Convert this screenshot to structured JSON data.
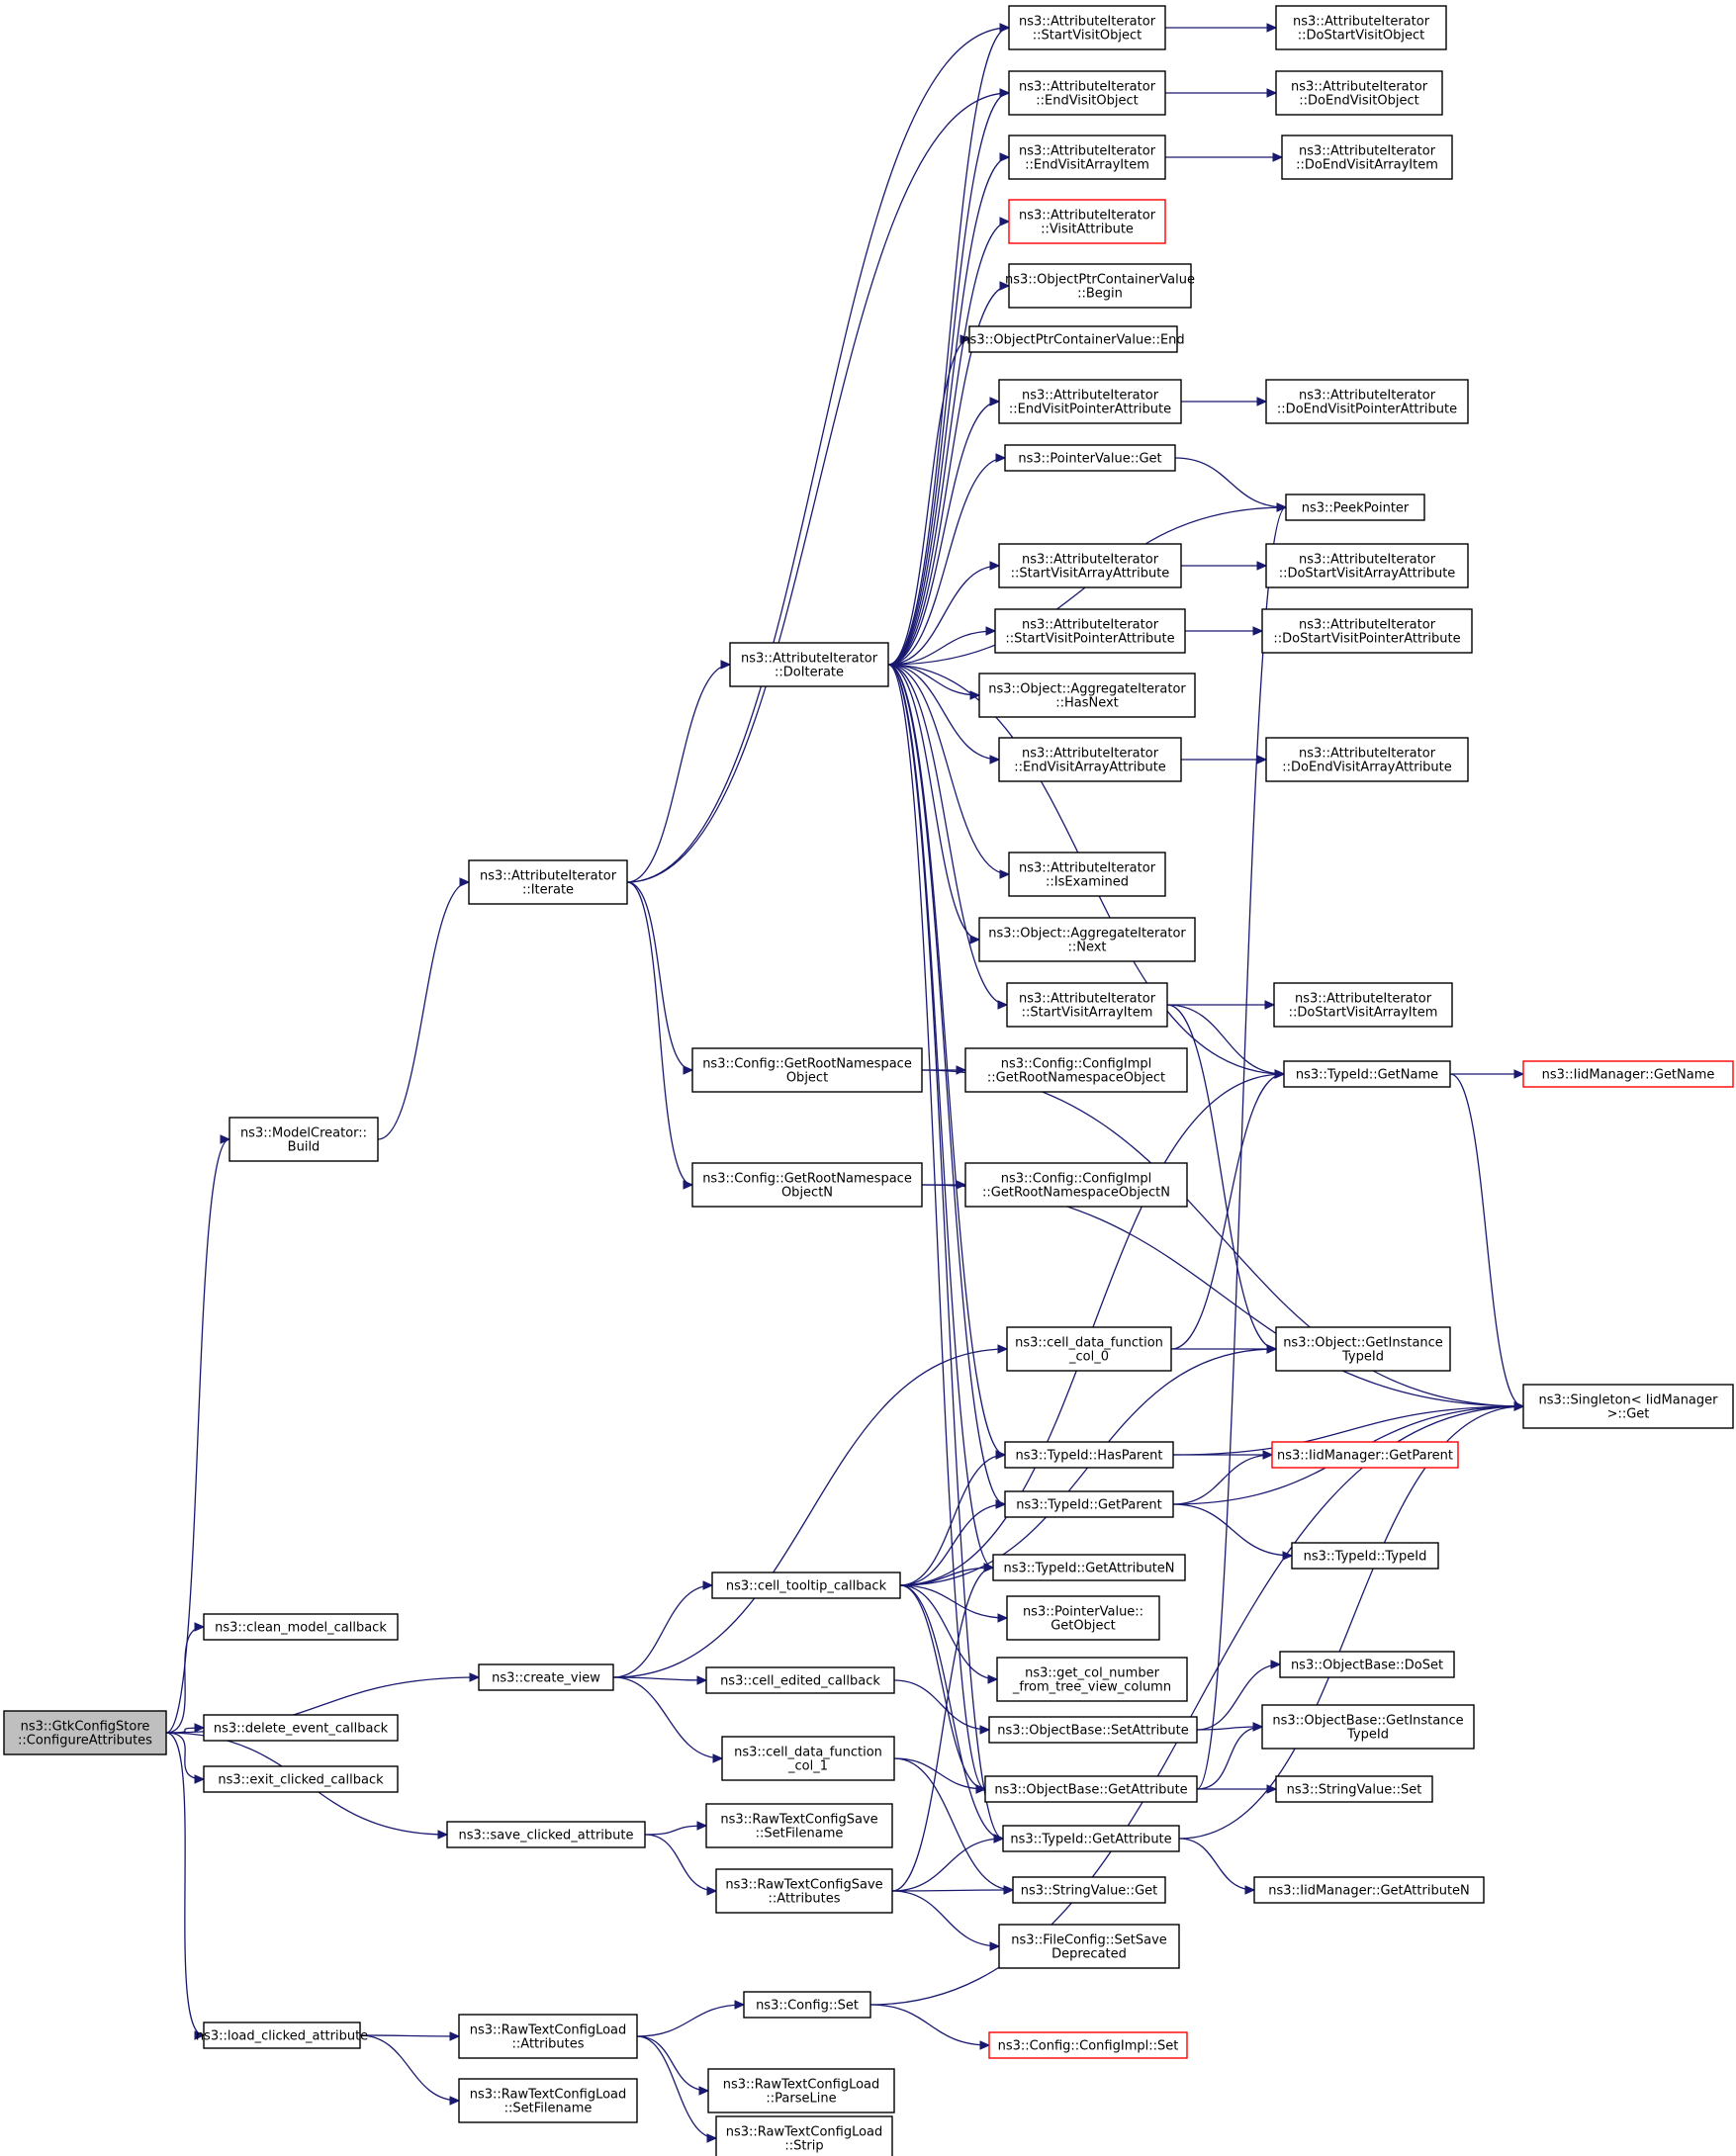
{
  "colors": {
    "edge": "#191970",
    "node_border": "#000000",
    "truncated_border": "#ff0000",
    "root_fill": "#bfbfbf"
  },
  "nodes": [
    {
      "id": "n1",
      "lines": [
        "ns3::GtkConfigStore",
        "::ConfigureAttributes"
      ],
      "style": "root"
    },
    {
      "id": "n2",
      "lines": [
        "ns3::ModelCreator::",
        "Build"
      ]
    },
    {
      "id": "n3",
      "lines": [
        "ns3::AttributeIterator",
        "::Iterate"
      ]
    },
    {
      "id": "n4",
      "lines": [
        "ns3::AttributeIterator",
        "::DoIterate"
      ]
    },
    {
      "id": "n5",
      "lines": [
        "ns3::AttributeIterator",
        "::StartVisitObject"
      ]
    },
    {
      "id": "n6",
      "lines": [
        "ns3::AttributeIterator",
        "::DoStartVisitObject"
      ]
    },
    {
      "id": "n7",
      "lines": [
        "ns3::AttributeIterator",
        "::EndVisitObject"
      ]
    },
    {
      "id": "n8",
      "lines": [
        "ns3::AttributeIterator",
        "::DoEndVisitObject"
      ]
    },
    {
      "id": "n9",
      "lines": [
        "ns3::AttributeIterator",
        "::EndVisitArrayItem"
      ]
    },
    {
      "id": "n10",
      "lines": [
        "ns3::AttributeIterator",
        "::DoEndVisitArrayItem"
      ]
    },
    {
      "id": "n11",
      "lines": [
        "ns3::AttributeIterator",
        "::VisitAttribute"
      ],
      "style": "truncated"
    },
    {
      "id": "n12",
      "lines": [
        "ns3::ObjectPtrContainerValue",
        "::Begin"
      ]
    },
    {
      "id": "n13",
      "lines": [
        "ns3::ObjectPtrContainerValue::End"
      ]
    },
    {
      "id": "n14",
      "lines": [
        "ns3::AttributeIterator",
        "::EndVisitPointerAttribute"
      ]
    },
    {
      "id": "n15",
      "lines": [
        "ns3::AttributeIterator",
        "::DoEndVisitPointerAttribute"
      ]
    },
    {
      "id": "n16",
      "lines": [
        "ns3::PointerValue::Get"
      ]
    },
    {
      "id": "n17",
      "lines": [
        "ns3::PeekPointer"
      ]
    },
    {
      "id": "n18",
      "lines": [
        "ns3::AttributeIterator",
        "::StartVisitArrayAttribute"
      ]
    },
    {
      "id": "n19",
      "lines": [
        "ns3::AttributeIterator",
        "::DoStartVisitArrayAttribute"
      ]
    },
    {
      "id": "n20",
      "lines": [
        "ns3::AttributeIterator",
        "::StartVisitPointerAttribute"
      ]
    },
    {
      "id": "n21",
      "lines": [
        "ns3::AttributeIterator",
        "::DoStartVisitPointerAttribute"
      ]
    },
    {
      "id": "n22",
      "lines": [
        "ns3::Object::AggregateIterator",
        "::HasNext"
      ]
    },
    {
      "id": "n23",
      "lines": [
        "ns3::AttributeIterator",
        "::EndVisitArrayAttribute"
      ]
    },
    {
      "id": "n24",
      "lines": [
        "ns3::AttributeIterator",
        "::DoEndVisitArrayAttribute"
      ]
    },
    {
      "id": "n25",
      "lines": [
        "ns3::AttributeIterator",
        "::IsExamined"
      ]
    },
    {
      "id": "n26",
      "lines": [
        "ns3::Object::AggregateIterator",
        "::Next"
      ]
    },
    {
      "id": "n27",
      "lines": [
        "ns3::AttributeIterator",
        "::StartVisitArrayItem"
      ]
    },
    {
      "id": "n28",
      "lines": [
        "ns3::AttributeIterator",
        "::DoStartVisitArrayItem"
      ]
    },
    {
      "id": "n29",
      "lines": [
        "ns3::Config::GetRootNamespace",
        "Object"
      ]
    },
    {
      "id": "n30",
      "lines": [
        "ns3::Config::ConfigImpl",
        "::GetRootNamespaceObject"
      ]
    },
    {
      "id": "n31",
      "lines": [
        "ns3::TypeId::GetName"
      ]
    },
    {
      "id": "n32",
      "lines": [
        "ns3::IidManager::GetName"
      ],
      "style": "truncated"
    },
    {
      "id": "n33",
      "lines": [
        "ns3::Config::GetRootNamespace",
        "ObjectN"
      ]
    },
    {
      "id": "n34",
      "lines": [
        "ns3::Config::ConfigImpl",
        "::GetRootNamespaceObjectN"
      ]
    },
    {
      "id": "n35",
      "lines": [
        "ns3::cell_data_function",
        "_col_0"
      ]
    },
    {
      "id": "n36",
      "lines": [
        "ns3::Object::GetInstance",
        "TypeId"
      ]
    },
    {
      "id": "n37",
      "lines": [
        "ns3::Singleton< IidManager",
        " >::Get"
      ]
    },
    {
      "id": "n38",
      "lines": [
        "ns3::TypeId::HasParent"
      ]
    },
    {
      "id": "n39",
      "lines": [
        "ns3::IidManager::GetParent"
      ],
      "style": "truncated"
    },
    {
      "id": "n40",
      "lines": [
        "ns3::TypeId::GetParent"
      ]
    },
    {
      "id": "n41",
      "lines": [
        "ns3::TypeId::TypeId"
      ]
    },
    {
      "id": "n42",
      "lines": [
        "ns3::cell_tooltip_callback"
      ]
    },
    {
      "id": "n43",
      "lines": [
        "ns3::TypeId::GetAttributeN"
      ]
    },
    {
      "id": "n44",
      "lines": [
        "ns3::PointerValue::",
        "GetObject"
      ]
    },
    {
      "id": "n45",
      "lines": [
        "ns3::get_col_number",
        "_from_tree_view_column"
      ]
    },
    {
      "id": "n46",
      "lines": [
        "ns3::clean_model_callback"
      ]
    },
    {
      "id": "n47",
      "lines": [
        "ns3::create_view"
      ]
    },
    {
      "id": "n48",
      "lines": [
        "ns3::cell_edited_callback"
      ]
    },
    {
      "id": "n49",
      "lines": [
        "ns3::ObjectBase::DoSet"
      ]
    },
    {
      "id": "n50",
      "lines": [
        "ns3::delete_event_callback"
      ]
    },
    {
      "id": "n51",
      "lines": [
        "ns3::ObjectBase::SetAttribute"
      ]
    },
    {
      "id": "n52",
      "lines": [
        "ns3::ObjectBase::GetInstance",
        "TypeId"
      ]
    },
    {
      "id": "n53",
      "lines": [
        "ns3::cell_data_function",
        "_col_1"
      ]
    },
    {
      "id": "n54",
      "lines": [
        "ns3::exit_clicked_callback"
      ]
    },
    {
      "id": "n55",
      "lines": [
        "ns3::ObjectBase::GetAttribute"
      ]
    },
    {
      "id": "n56",
      "lines": [
        "ns3::StringValue::Set"
      ]
    },
    {
      "id": "n57",
      "lines": [
        "ns3::RawTextConfigSave",
        "::SetFilename"
      ]
    },
    {
      "id": "n58",
      "lines": [
        "ns3::save_clicked_attribute"
      ]
    },
    {
      "id": "n59",
      "lines": [
        "ns3::TypeId::GetAttribute"
      ]
    },
    {
      "id": "n60",
      "lines": [
        "ns3::RawTextConfigSave",
        "::Attributes"
      ]
    },
    {
      "id": "n61",
      "lines": [
        "ns3::StringValue::Get"
      ]
    },
    {
      "id": "n62",
      "lines": [
        "ns3::IidManager::GetAttributeN"
      ]
    },
    {
      "id": "n63",
      "lines": [
        "ns3::FileConfig::SetSave",
        "Deprecated"
      ]
    },
    {
      "id": "n64",
      "lines": [
        "ns3::Config::Set"
      ]
    },
    {
      "id": "n65",
      "lines": [
        "ns3::load_clicked_attribute"
      ]
    },
    {
      "id": "n66",
      "lines": [
        "ns3::RawTextConfigLoad",
        "::Attributes"
      ]
    },
    {
      "id": "n67",
      "lines": [
        "ns3::Config::ConfigImpl::Set"
      ],
      "style": "truncated"
    },
    {
      "id": "n68",
      "lines": [
        "ns3::RawTextConfigLoad",
        "::ParseLine"
      ]
    },
    {
      "id": "n69",
      "lines": [
        "ns3::RawTextConfigLoad",
        "::SetFilename"
      ]
    },
    {
      "id": "n70",
      "lines": [
        "ns3::RawTextConfigLoad",
        "::Strip"
      ]
    }
  ],
  "edges": [
    [
      "n1",
      "n2"
    ],
    [
      "n1",
      "n46"
    ],
    [
      "n1",
      "n47"
    ],
    [
      "n1",
      "n50"
    ],
    [
      "n1",
      "n54"
    ],
    [
      "n1",
      "n58"
    ],
    [
      "n1",
      "n65"
    ],
    [
      "n2",
      "n3"
    ],
    [
      "n3",
      "n4"
    ],
    [
      "n3",
      "n5"
    ],
    [
      "n3",
      "n7"
    ],
    [
      "n3",
      "n29"
    ],
    [
      "n3",
      "n33"
    ],
    [
      "n4",
      "n5"
    ],
    [
      "n4",
      "n7"
    ],
    [
      "n4",
      "n9"
    ],
    [
      "n4",
      "n11"
    ],
    [
      "n4",
      "n12"
    ],
    [
      "n4",
      "n13"
    ],
    [
      "n4",
      "n14"
    ],
    [
      "n4",
      "n16"
    ],
    [
      "n4",
      "n17"
    ],
    [
      "n4",
      "n18"
    ],
    [
      "n4",
      "n20"
    ],
    [
      "n4",
      "n22"
    ],
    [
      "n4",
      "n23"
    ],
    [
      "n4",
      "n31"
    ],
    [
      "n4",
      "n25"
    ],
    [
      "n4",
      "n26"
    ],
    [
      "n4",
      "n27"
    ],
    [
      "n4",
      "n38"
    ],
    [
      "n4",
      "n40"
    ],
    [
      "n4",
      "n43"
    ],
    [
      "n4",
      "n55"
    ],
    [
      "n4",
      "n59"
    ],
    [
      "n5",
      "n6"
    ],
    [
      "n7",
      "n8"
    ],
    [
      "n9",
      "n10"
    ],
    [
      "n14",
      "n15"
    ],
    [
      "n16",
      "n17"
    ],
    [
      "n18",
      "n19"
    ],
    [
      "n20",
      "n21"
    ],
    [
      "n23",
      "n24"
    ],
    [
      "n27",
      "n28"
    ],
    [
      "n27",
      "n31"
    ],
    [
      "n27",
      "n36"
    ],
    [
      "n29",
      "n30"
    ],
    [
      "n29",
      "n37"
    ],
    [
      "n33",
      "n34"
    ],
    [
      "n33",
      "n37"
    ],
    [
      "n31",
      "n32"
    ],
    [
      "n31",
      "n37"
    ],
    [
      "n35",
      "n31"
    ],
    [
      "n35",
      "n36"
    ],
    [
      "n38",
      "n39"
    ],
    [
      "n38",
      "n37"
    ],
    [
      "n40",
      "n39"
    ],
    [
      "n40",
      "n37"
    ],
    [
      "n40",
      "n41"
    ],
    [
      "n42",
      "n31"
    ],
    [
      "n42",
      "n36"
    ],
    [
      "n42",
      "n38"
    ],
    [
      "n42",
      "n40"
    ],
    [
      "n42",
      "n43"
    ],
    [
      "n42",
      "n44"
    ],
    [
      "n42",
      "n45"
    ],
    [
      "n42",
      "n55"
    ],
    [
      "n42",
      "n59"
    ],
    [
      "n47",
      "n35"
    ],
    [
      "n47",
      "n42"
    ],
    [
      "n47",
      "n48"
    ],
    [
      "n47",
      "n53"
    ],
    [
      "n48",
      "n51"
    ],
    [
      "n51",
      "n49"
    ],
    [
      "n51",
      "n52"
    ],
    [
      "n53",
      "n55"
    ],
    [
      "n53",
      "n61"
    ],
    [
      "n55",
      "n52"
    ],
    [
      "n55",
      "n56"
    ],
    [
      "n55",
      "n17"
    ],
    [
      "n58",
      "n57"
    ],
    [
      "n58",
      "n60"
    ],
    [
      "n59",
      "n62"
    ],
    [
      "n59",
      "n37"
    ],
    [
      "n60",
      "n43"
    ],
    [
      "n60",
      "n59"
    ],
    [
      "n60",
      "n61"
    ],
    [
      "n60",
      "n63"
    ],
    [
      "n65",
      "n66"
    ],
    [
      "n65",
      "n69"
    ],
    [
      "n66",
      "n64"
    ],
    [
      "n66",
      "n68"
    ],
    [
      "n66",
      "n70"
    ],
    [
      "n64",
      "n67"
    ],
    [
      "n64",
      "n37"
    ]
  ]
}
